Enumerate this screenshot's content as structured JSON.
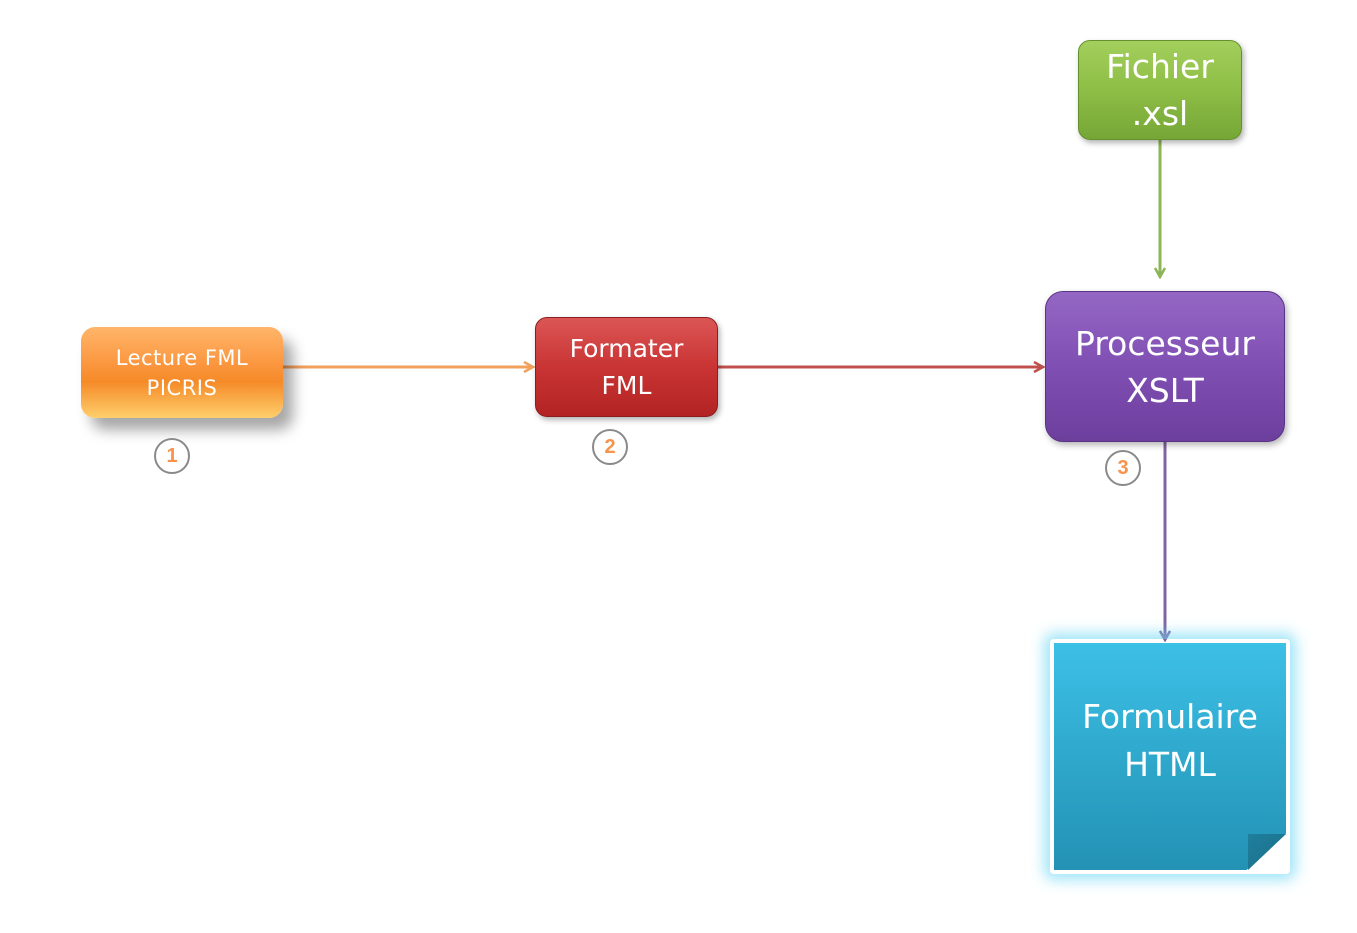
{
  "diagram": {
    "nodes": {
      "lecture": {
        "label": "Lecture FML\nPICRIS",
        "color": "#f9953b"
      },
      "formater": {
        "label": "Formater\nFML",
        "color": "#c93434"
      },
      "processeur": {
        "label": "Processeur\nXSLT",
        "color": "#7f4fb3"
      },
      "fichier": {
        "label": "Fichier\n.xsl",
        "color": "#8ebe46"
      },
      "formulaire": {
        "label": "Formulaire\nHTML",
        "color": "#2da6ca"
      }
    },
    "steps": [
      "1",
      "2",
      "3"
    ],
    "edges": [
      {
        "from": "lecture",
        "to": "formater",
        "color": "#f2a05e"
      },
      {
        "from": "formater",
        "to": "processeur",
        "color": "#c0504d"
      },
      {
        "from": "fichier",
        "to": "processeur",
        "color": "#8db456"
      },
      {
        "from": "processeur",
        "to": "formulaire",
        "color": "#8064a2"
      }
    ]
  }
}
